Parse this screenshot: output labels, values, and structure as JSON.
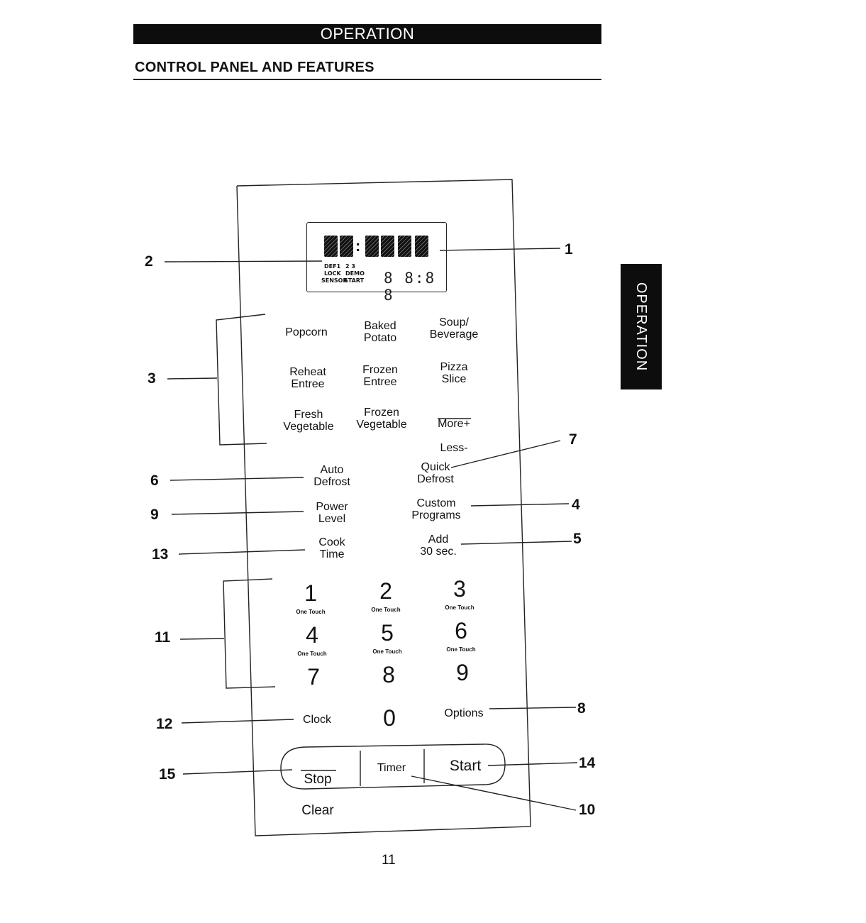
{
  "header": {
    "section": "OPERATION",
    "subtitle": "CONTROL PANEL AND FEATURES"
  },
  "side_tab": "OPERATION",
  "display": {
    "indicators": {
      "defr": "DEF1",
      "nums": "2 3",
      "lock": "LOCK",
      "demo": "DEMO",
      "sensor": "SENSOR",
      "start": "START"
    },
    "small_time": "8 8:8 8"
  },
  "keys": {
    "popcorn": "Popcorn",
    "baked_potato": "Baked\nPotato",
    "soup_beverage": "Soup/\nBeverage",
    "reheat_entree": "Reheat\nEntree",
    "frozen_entree": "Frozen\nEntree",
    "pizza_slice": "Pizza\nSlice",
    "fresh_vegetable": "Fresh\nVegetable",
    "frozen_vegetable": "Frozen\nVegetable",
    "more": "More+",
    "less": "Less-",
    "auto_defrost": "Auto\nDefrost",
    "quick_defrost": "Quick\nDefrost",
    "power_level": "Power\nLevel",
    "custom_programs": "Custom\nPrograms",
    "cook_time": "Cook\nTime",
    "add_30": "Add\n30 sec.",
    "one_touch": "One Touch",
    "digits": [
      "1",
      "2",
      "3",
      "4",
      "5",
      "6",
      "7",
      "8",
      "9",
      "0"
    ],
    "clock": "Clock",
    "options": "Options",
    "stop": "Stop",
    "clear": "Clear",
    "timer": "Timer",
    "start": "Start"
  },
  "callouts": [
    "1",
    "2",
    "3",
    "4",
    "5",
    "6",
    "7",
    "8",
    "9",
    "10",
    "11",
    "12",
    "13",
    "14",
    "15"
  ],
  "page_number": "11"
}
